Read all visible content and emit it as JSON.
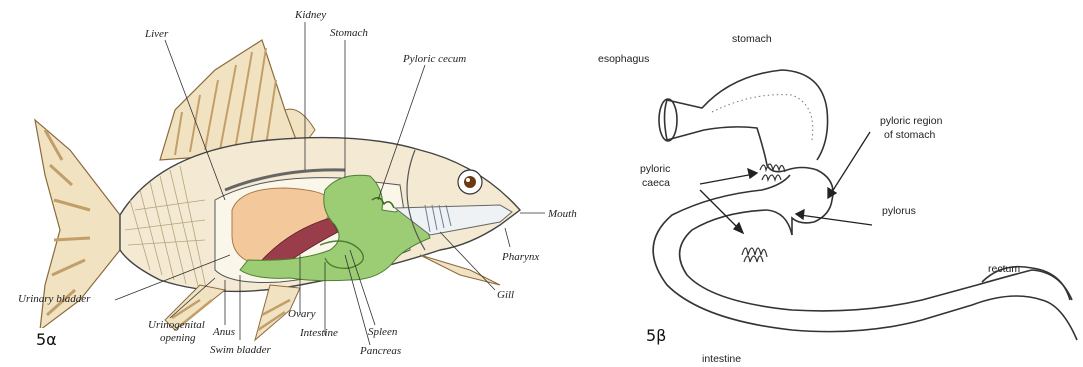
{
  "figure_a": {
    "id_label": "5α",
    "labels": {
      "kidney": "Kidney",
      "stomach": "Stomach",
      "liver": "Liver",
      "pyloric_cecum": "Pyloric cecum",
      "mouth": "Mouth",
      "pharynx": "Pharynx",
      "gill": "Gill",
      "urinary_bladder": "Urinary bladder",
      "urogenital_opening_1": "Urinogenital",
      "urogenital_opening_2": "opening",
      "anus": "Anus",
      "swim_bladder": "Swim bladder",
      "ovary": "Ovary",
      "intestine": "Intestine",
      "spleen": "Spleen",
      "pancreas": "Pancreas"
    },
    "colors": {
      "body_fill": "#f4e9d2",
      "fin_stripe": "#c29f6a",
      "swim_bladder": "#f3c99c",
      "gonad": "#9a3d4a",
      "gut": "#9ccd74",
      "gut_dark": "#5e9a3f",
      "line": "#333333"
    }
  },
  "figure_b": {
    "id_label": "5β",
    "labels": {
      "stomach": "stomach",
      "esophagus": "esophagus",
      "pyloric_region_1": "pyloric region",
      "pyloric_region_2": "of stomach",
      "pyloric_caeca_1": "pyloric",
      "pyloric_caeca_2": "caeca",
      "pylorus": "pylorus",
      "rectum": "rectum",
      "intestine": "intestine"
    }
  }
}
